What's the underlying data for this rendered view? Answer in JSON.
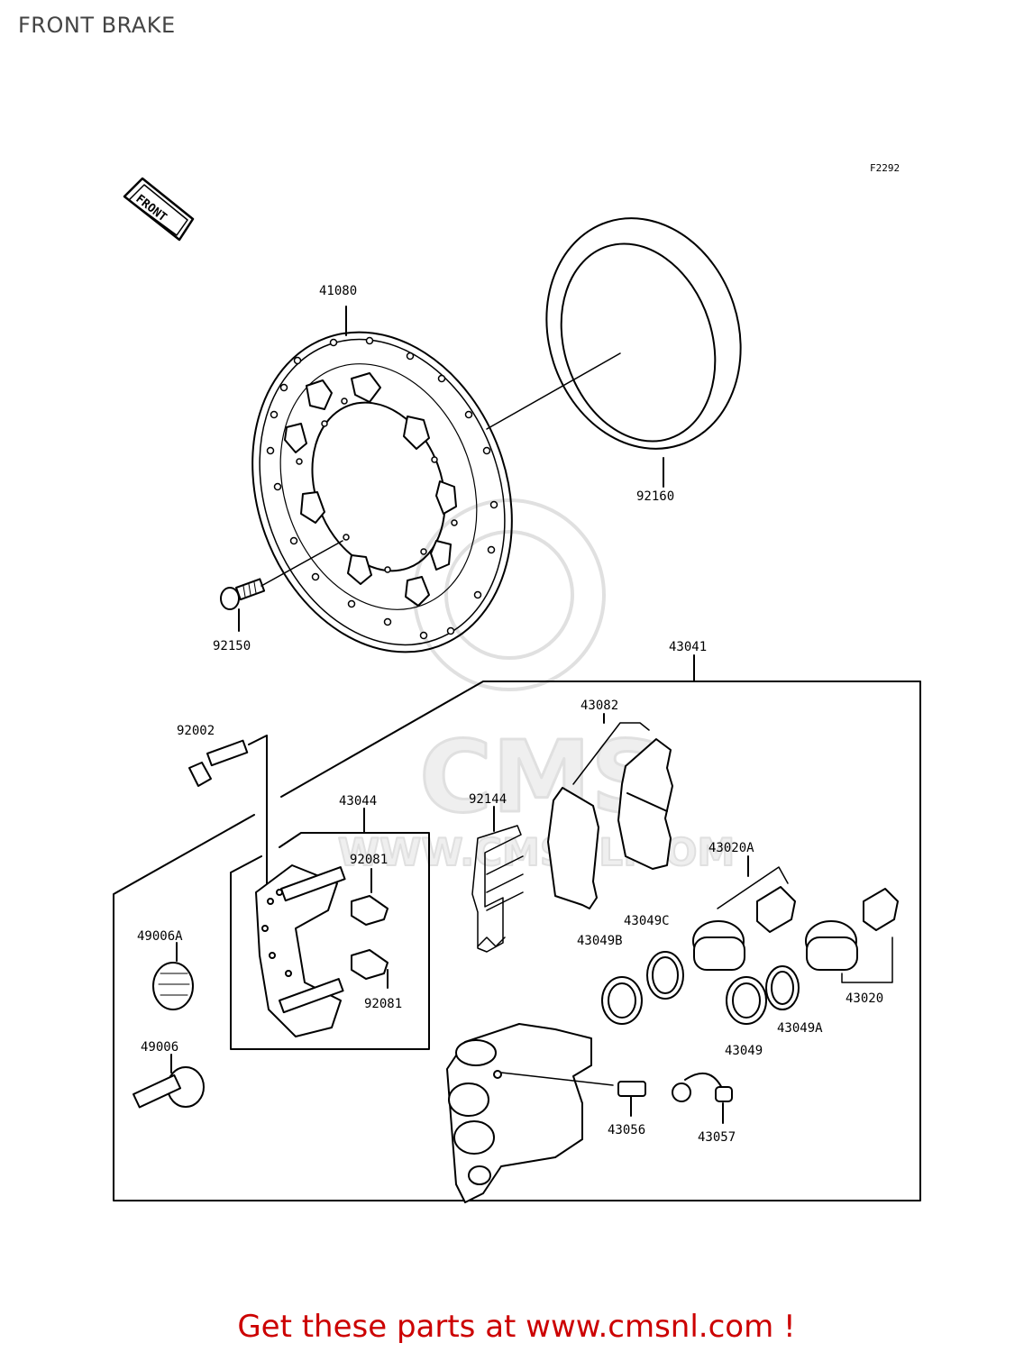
{
  "page": {
    "title": "FRONT BRAKE"
  },
  "diagram": {
    "figure_code": "F2292",
    "direction_marker": "FRONT",
    "parts": [
      {
        "id": "41080"
      },
      {
        "id": "92160"
      },
      {
        "id": "92150"
      },
      {
        "id": "43041"
      },
      {
        "id": "92002"
      },
      {
        "id": "43082"
      },
      {
        "id": "43044"
      },
      {
        "id": "92144"
      },
      {
        "id": "92081"
      },
      {
        "id": "43020A"
      },
      {
        "id": "49006A"
      },
      {
        "id": "43049C"
      },
      {
        "id": "43049B"
      },
      {
        "id": "92081"
      },
      {
        "id": "43020"
      },
      {
        "id": "43049A"
      },
      {
        "id": "43049"
      },
      {
        "id": "49006"
      },
      {
        "id": "43056"
      },
      {
        "id": "43057"
      }
    ]
  },
  "watermark": {
    "brand": "CMS",
    "url": "WWW.CMSNL.COM"
  },
  "footer": {
    "text": "Get these parts at www.cmsnl.com !",
    "color": "#cc0000"
  }
}
